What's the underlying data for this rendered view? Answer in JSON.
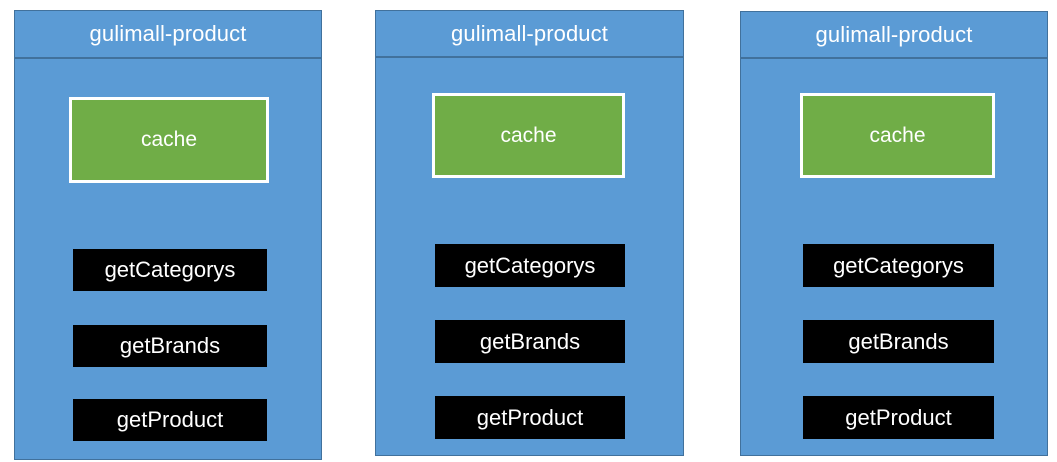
{
  "diagram": {
    "background_color": "#ffffff",
    "panel_fill": "#5b9bd5",
    "panel_border": "#41719c",
    "cache_fill": "#70ad47",
    "cache_border": "#ffffff",
    "method_fill": "#000000",
    "text_color": "#ffffff",
    "panels": [
      {
        "title": "gulimall-product",
        "cache": {
          "label": "cache"
        },
        "methods": [
          {
            "label": "getCategorys"
          },
          {
            "label": "getBrands"
          },
          {
            "label": "getProduct"
          }
        ]
      },
      {
        "title": "gulimall-product",
        "cache": {
          "label": "cache"
        },
        "methods": [
          {
            "label": "getCategorys"
          },
          {
            "label": "getBrands"
          },
          {
            "label": "getProduct"
          }
        ]
      },
      {
        "title": "gulimall-product",
        "cache": {
          "label": "cache"
        },
        "methods": [
          {
            "label": "getCategorys"
          },
          {
            "label": "getBrands"
          },
          {
            "label": "getProduct"
          }
        ]
      }
    ]
  }
}
